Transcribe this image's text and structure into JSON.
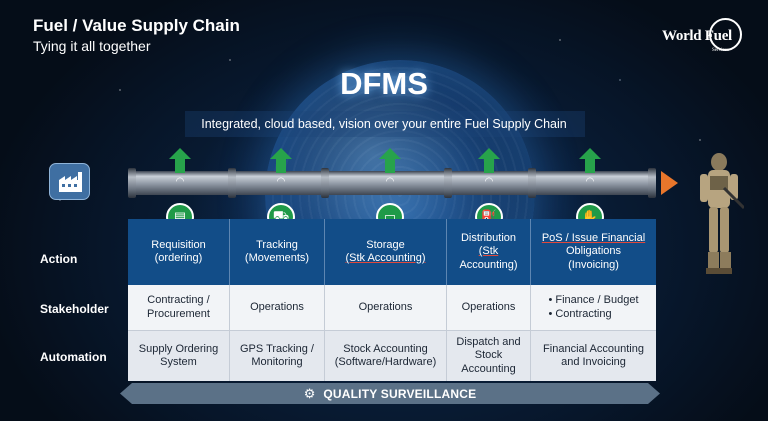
{
  "header": {
    "title": "Fuel / Value Supply Chain",
    "subtitle": "Tying it all together"
  },
  "logo": {
    "text": "World Fuel",
    "sub": "Services"
  },
  "banner": {
    "heading": "DFMS",
    "tagline": "Integrated, cloud based, vision over your entire Fuel Supply Chain"
  },
  "icons": {
    "source": "factory-icon",
    "pipe_end": "arrow-right-icon",
    "sensor": "wifi-icon",
    "flow": "arrow-up-icon",
    "quality": "network-icon",
    "end_user": "soldier-figure"
  },
  "colors": {
    "accent_green": "#27a34b",
    "action_blue": "#124d88",
    "arrow_orange": "#e8762b"
  },
  "rows": {
    "action": "Action",
    "stakeholder": "Stakeholder",
    "automation": "Automation"
  },
  "stages": [
    {
      "icon": "document-icon",
      "action_lines": [
        "Requisition",
        "(ordering)"
      ],
      "stakeholder_lines": [
        "Contracting /",
        "Procurement"
      ],
      "automation_lines": [
        "Supply Ordering",
        "System"
      ]
    },
    {
      "icon": "truck-icon",
      "action_lines": [
        "Tracking",
        "(Movements)"
      ],
      "stakeholder_lines": [
        "Operations"
      ],
      "automation_lines": [
        "GPS Tracking /",
        "Monitoring"
      ]
    },
    {
      "icon": "tank-icon",
      "action_lines": [
        "Storage",
        "(Stk Accounting)"
      ],
      "stakeholder_lines": [
        "Operations"
      ],
      "automation_lines": [
        "Stock Accounting",
        "(Software/Hardware)"
      ]
    },
    {
      "icon": "pump-icon",
      "action_lines": [
        "Distribution",
        "(Stk",
        "Accounting)"
      ],
      "stakeholder_lines": [
        "Operations"
      ],
      "automation_lines": [
        "Dispatch and",
        "Stock",
        "Accounting"
      ]
    },
    {
      "icon": "handshake-icon",
      "action_lines": [
        "PoS / Issue Financial",
        "Obligations",
        "(Invoicing)"
      ],
      "stakeholder_lines": [
        "• Finance / Budget",
        "• Contracting"
      ],
      "automation_lines": [
        "Financial Accounting",
        "and Invoicing"
      ]
    }
  ],
  "footer": {
    "label": "QUALITY SURVEILLANCE"
  }
}
